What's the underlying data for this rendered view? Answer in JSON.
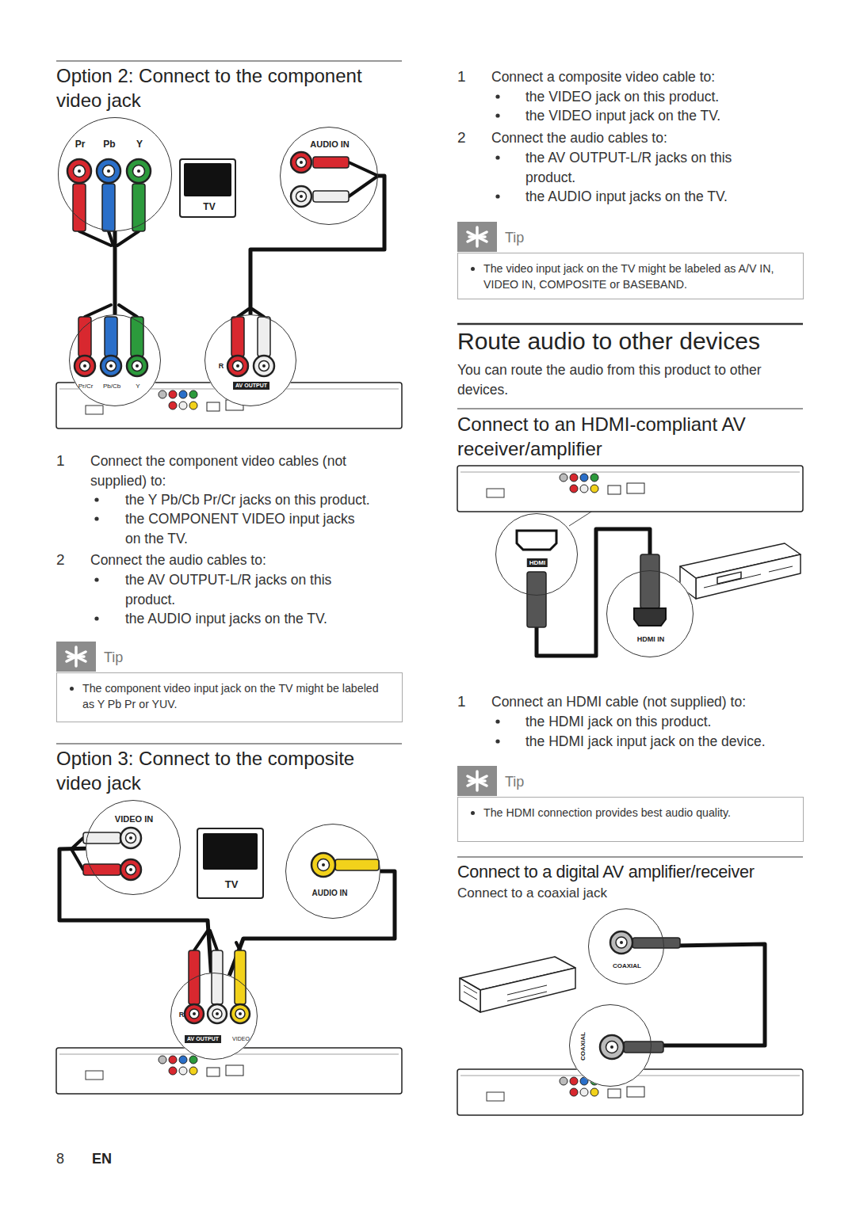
{
  "diagram": {
    "nodes": [
      {
        "text": [
          "Pr",
          "Pb",
          "Y"
        ]
      },
      {
        "text": [
          "TV"
        ]
      },
      {
        "text": [
          "AUDIO IN"
        ]
      },
      {
        "text": [
          "Pr/Cr",
          "Pb/Cb",
          "Y"
        ]
      },
      {
        "text": [
          "R",
          "AV OUTPUT"
        ]
      },
      {
        "text": [
          "Tip",
          "The component video input jack on the TV might be labeled as Y Pb Pr or YUV."
        ]
      },
      {
        "text": [
          "VIDEO IN"
        ]
      },
      {
        "text": [
          "TV"
        ]
      },
      {
        "text": [
          "AUDIO IN"
        ]
      },
      {
        "text": [
          "R",
          "AV OUTPUT",
          "VIDEO"
        ]
      },
      {
        "text": [
          "Tip",
          "The video input jack on the TV might be labeled as A/V IN, VIDEO IN, COMPOSITE or BASEBAND."
        ]
      },
      {
        "text": [
          "HDMI"
        ]
      },
      {
        "text": [
          "HDMI IN"
        ]
      },
      {
        "text": [
          "Tip",
          "The HDMI connection provides best audio quality."
        ]
      },
      {
        "text": [
          "COAXIAL"
        ]
      },
      {
        "text": [
          "COAXIAL"
        ]
      }
    ],
    "edges": [
      {
        "from": 0,
        "to": 3,
        "arrow": "none"
      },
      {
        "from": 2,
        "to": 4,
        "arrow": "none"
      },
      {
        "from": 6,
        "to": 9,
        "arrow": "none"
      },
      {
        "from": 8,
        "to": 9,
        "arrow": "none"
      },
      {
        "from": 11,
        "to": 12,
        "arrow": "none"
      },
      {
        "from": 15,
        "to": 14,
        "arrow": "none"
      }
    ],
    "labels": [
      "Option 2: Connect to the component video jack",
      "1",
      "Connect the component video cables (not supplied) to:",
      "the Y Pb/Cb Pr/Cr jacks on this product.",
      "the COMPONENT VIDEO input jacks on the TV.",
      "2",
      "Connect the audio cables to:",
      "the AV OUTPUT-L/R jacks on this product.",
      "the AUDIO input jacks on the TV.",
      "Option 3: Connect to the composite video jack",
      "8",
      "EN",
      "1",
      "Connect a composite video cable to:",
      "the VIDEO jack on this product.",
      "the VIDEO input jack on the TV.",
      "2",
      "Connect the audio cables to:",
      "the AV OUTPUT-L/R jacks on this product.",
      "the AUDIO input jacks on the TV.",
      "Route audio to other devices",
      "You can route the audio from this product to other devices.",
      "Connect to an HDMI-compliant AV receiver/amplifier",
      "1",
      "Connect an HDMI cable (not supplied) to:",
      "the HDMI jack on this product.",
      "the HDMI jack input jack on the device.",
      "Connect to a digital AV amplifier/receiver",
      "Connect to a coaxial jack"
    ]
  }
}
